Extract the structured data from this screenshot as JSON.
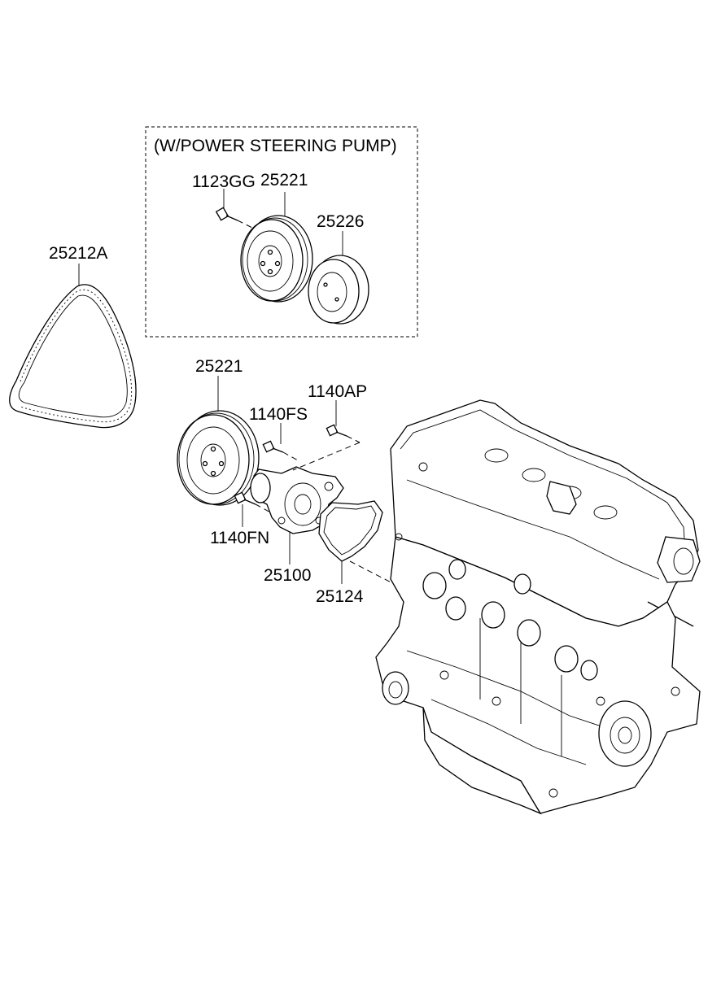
{
  "group_box": {
    "title": "(W/POWER STEERING PUMP)"
  },
  "parts": {
    "belt": "25212A",
    "bolt_pulley": "1123GG",
    "ps_pulley": "25221",
    "ps_pulley_flange": "25226",
    "water_pump_pulley": "25221",
    "bolt_1140ap": "1140AP",
    "bolt_1140fs": "1140FS",
    "bolt_1140fn": "1140FN",
    "water_pump": "25100",
    "gasket": "25124"
  }
}
